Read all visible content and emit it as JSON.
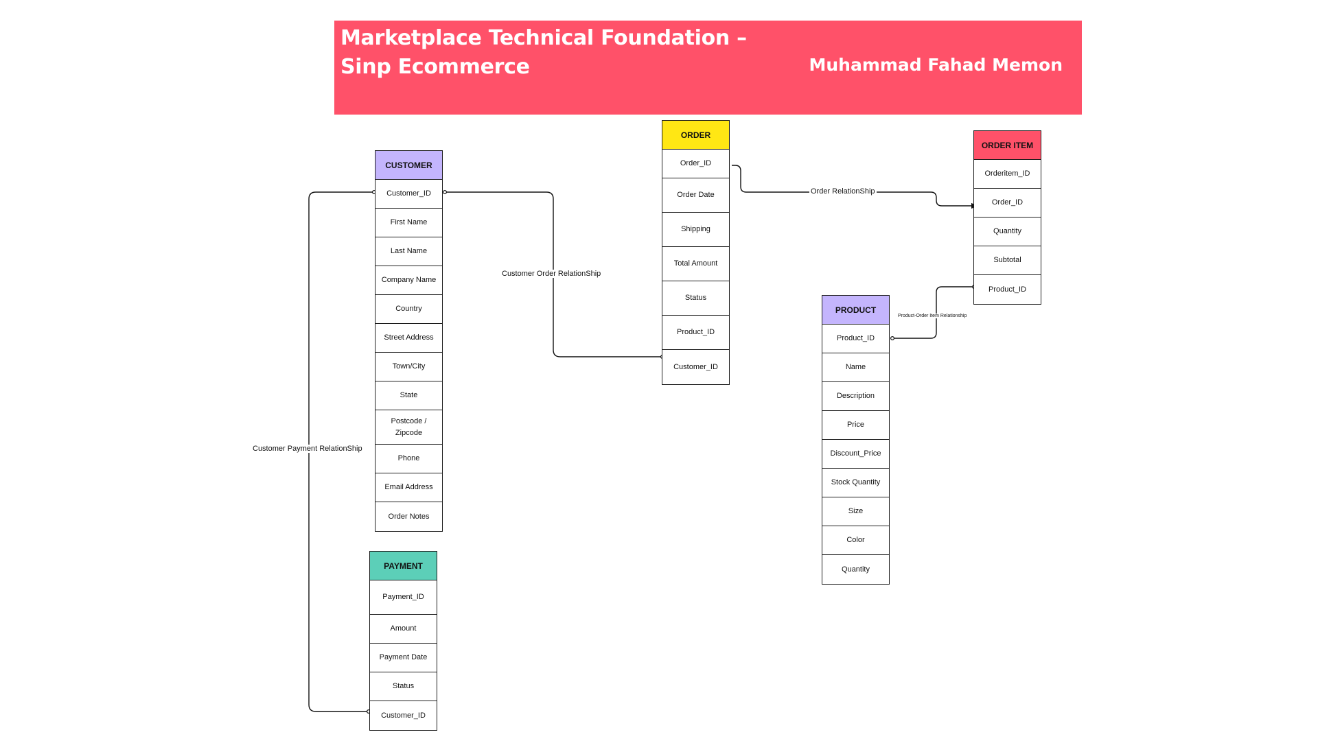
{
  "banner": {
    "title": "Marketplace Technical Foundation –\nSinp Ecommerce",
    "author": "Muhammad Fahad Memon",
    "color": "#ff5169"
  },
  "entities": {
    "customer": {
      "title": "CUSTOMER",
      "color": "#c4b5fd",
      "fields": [
        "Customer_ID",
        "First Name",
        "Last Name",
        "Company Name",
        "Country",
        "Street Address",
        "Town/City",
        "State",
        "Postcode / Zipcode",
        "Phone",
        "Email Address",
        "Order Notes"
      ]
    },
    "order": {
      "title": "ORDER",
      "color": "#ffe714",
      "fields": [
        "Order_ID",
        "Order Date",
        "Shipping",
        "Total Amount",
        "Status",
        "Product_ID",
        "Customer_ID"
      ]
    },
    "order_item": {
      "title": "ORDER ITEM",
      "color": "#ff5169",
      "fields": [
        "Orderitem_ID",
        "Order_ID",
        "Quantity",
        "Subtotal",
        "Product_ID"
      ]
    },
    "product": {
      "title": "PRODUCT",
      "color": "#c4b5fd",
      "fields": [
        "Product_ID",
        "Name",
        "Description",
        "Price",
        "Discount_Price",
        "Stock Quantity",
        "Size",
        "Color",
        "Quantity"
      ]
    },
    "payment": {
      "title": "PAYMENT",
      "color": "#5ccfb8",
      "fields": [
        "Payment_ID",
        "Amount",
        "Payment Date",
        "Status",
        "Customer_ID"
      ]
    }
  },
  "relationships": {
    "customer_order": "Customer Order RelationShip",
    "order_orderitem": "Order  RelationShip",
    "product_orderitem": "Product-Order Item Relationship",
    "customer_payment": "Customer Payment RelationShip"
  }
}
